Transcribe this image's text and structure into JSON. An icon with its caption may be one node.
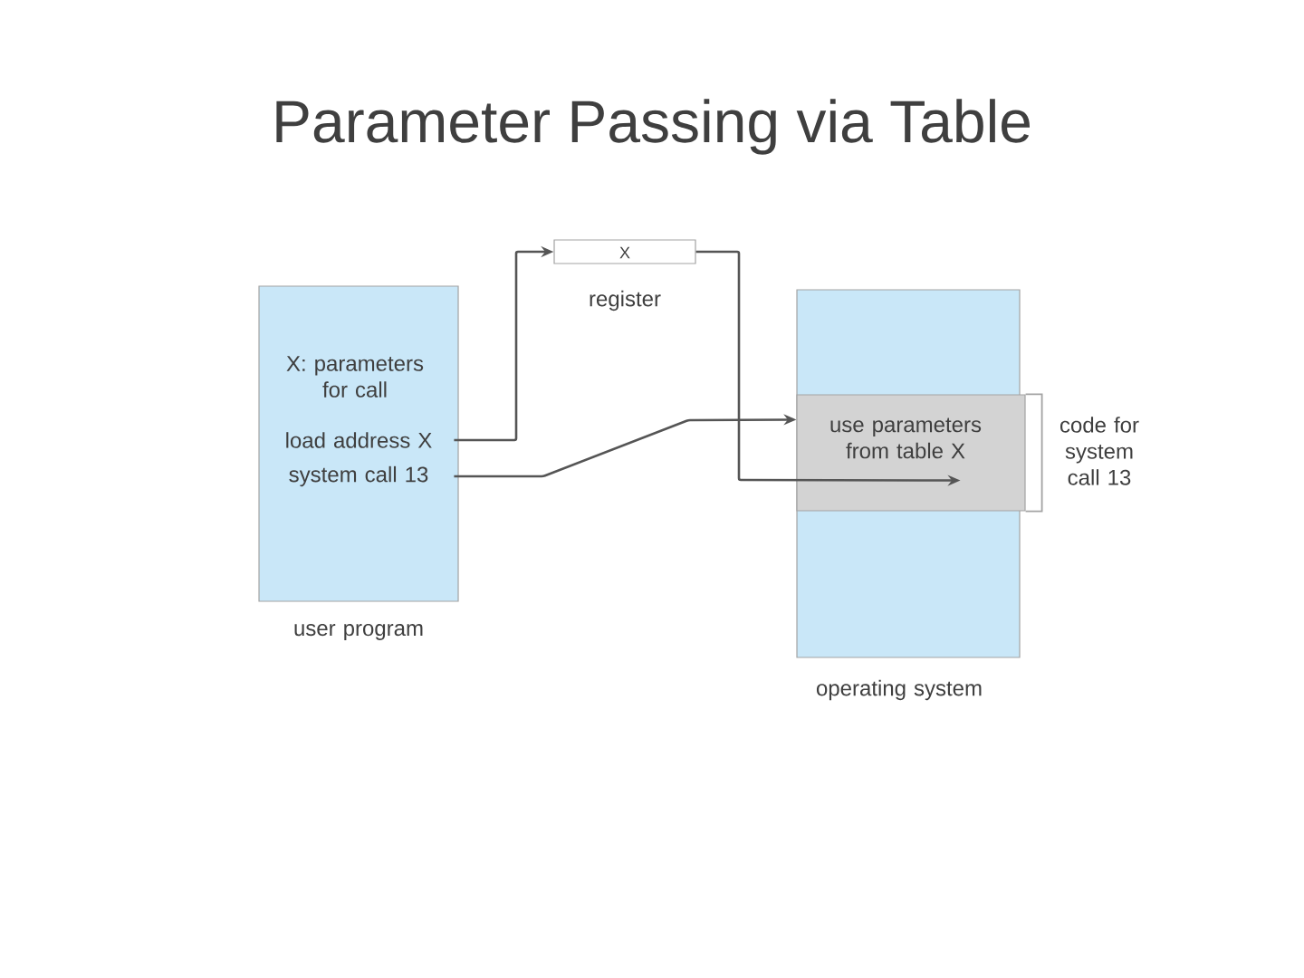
{
  "diagram": {
    "title": "Parameter Passing via Table",
    "nodes": [
      {
        "text": [
          "X: parameters for call"
        ],
        "beside": [
          "user program"
        ]
      },
      {
        "text": [
          "load address X"
        ],
        "in": 0
      },
      {
        "text": [
          "system call 13"
        ],
        "in": 0
      },
      {
        "text": [
          "X"
        ],
        "beside": [
          "register"
        ]
      },
      {
        "text": [],
        "shape": "box",
        "beside": [
          "operating system"
        ]
      },
      {
        "text": [
          "use parameters from table X"
        ],
        "in": 4,
        "beside": [
          "code for system call 13"
        ]
      }
    ],
    "edges": [
      {
        "from": 1,
        "to": 3,
        "arrow": "to"
      },
      {
        "from": 3,
        "to": 5,
        "arrow": "to"
      },
      {
        "from": 2,
        "to": 5,
        "arrow": "to"
      }
    ]
  }
}
